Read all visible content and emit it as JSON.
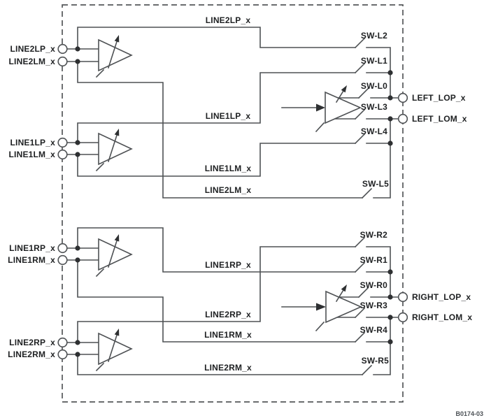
{
  "figure_code": "B0174-03",
  "colors": {
    "background": "#ffffff",
    "wire": "#4e5154",
    "text": "#1e2022",
    "figure_code_text": "#4c5156"
  },
  "left_channel": {
    "input_pins": [
      "LINE2LP_x",
      "LINE2LM_x",
      "LINE1LP_x",
      "LINE1LM_x"
    ],
    "bypass_nets": [
      "LINE2LP_x",
      "LINE1LP_x",
      "LINE1LM_x",
      "LINE2LM_x"
    ],
    "switches": [
      "SW-L2",
      "SW-L1",
      "SW-L0",
      "SW-L3",
      "SW-L4",
      "SW-L5"
    ],
    "output_pins": [
      "LEFT_LOP_x",
      "LEFT_LOM_x"
    ]
  },
  "right_channel": {
    "input_pins": [
      "LINE1RP_x",
      "LINE1RM_x",
      "LINE2RP_x",
      "LINE2RM_x"
    ],
    "bypass_nets": [
      "LINE1RP_x",
      "LINE2RP_x",
      "LINE1RM_x",
      "LINE2RM_x"
    ],
    "switches": [
      "SW-R2",
      "SW-R1",
      "SW-R0",
      "SW-R3",
      "SW-R4",
      "SW-R5"
    ],
    "output_pins": [
      "RIGHT_LOP_x",
      "RIGHT_LOM_x"
    ]
  }
}
